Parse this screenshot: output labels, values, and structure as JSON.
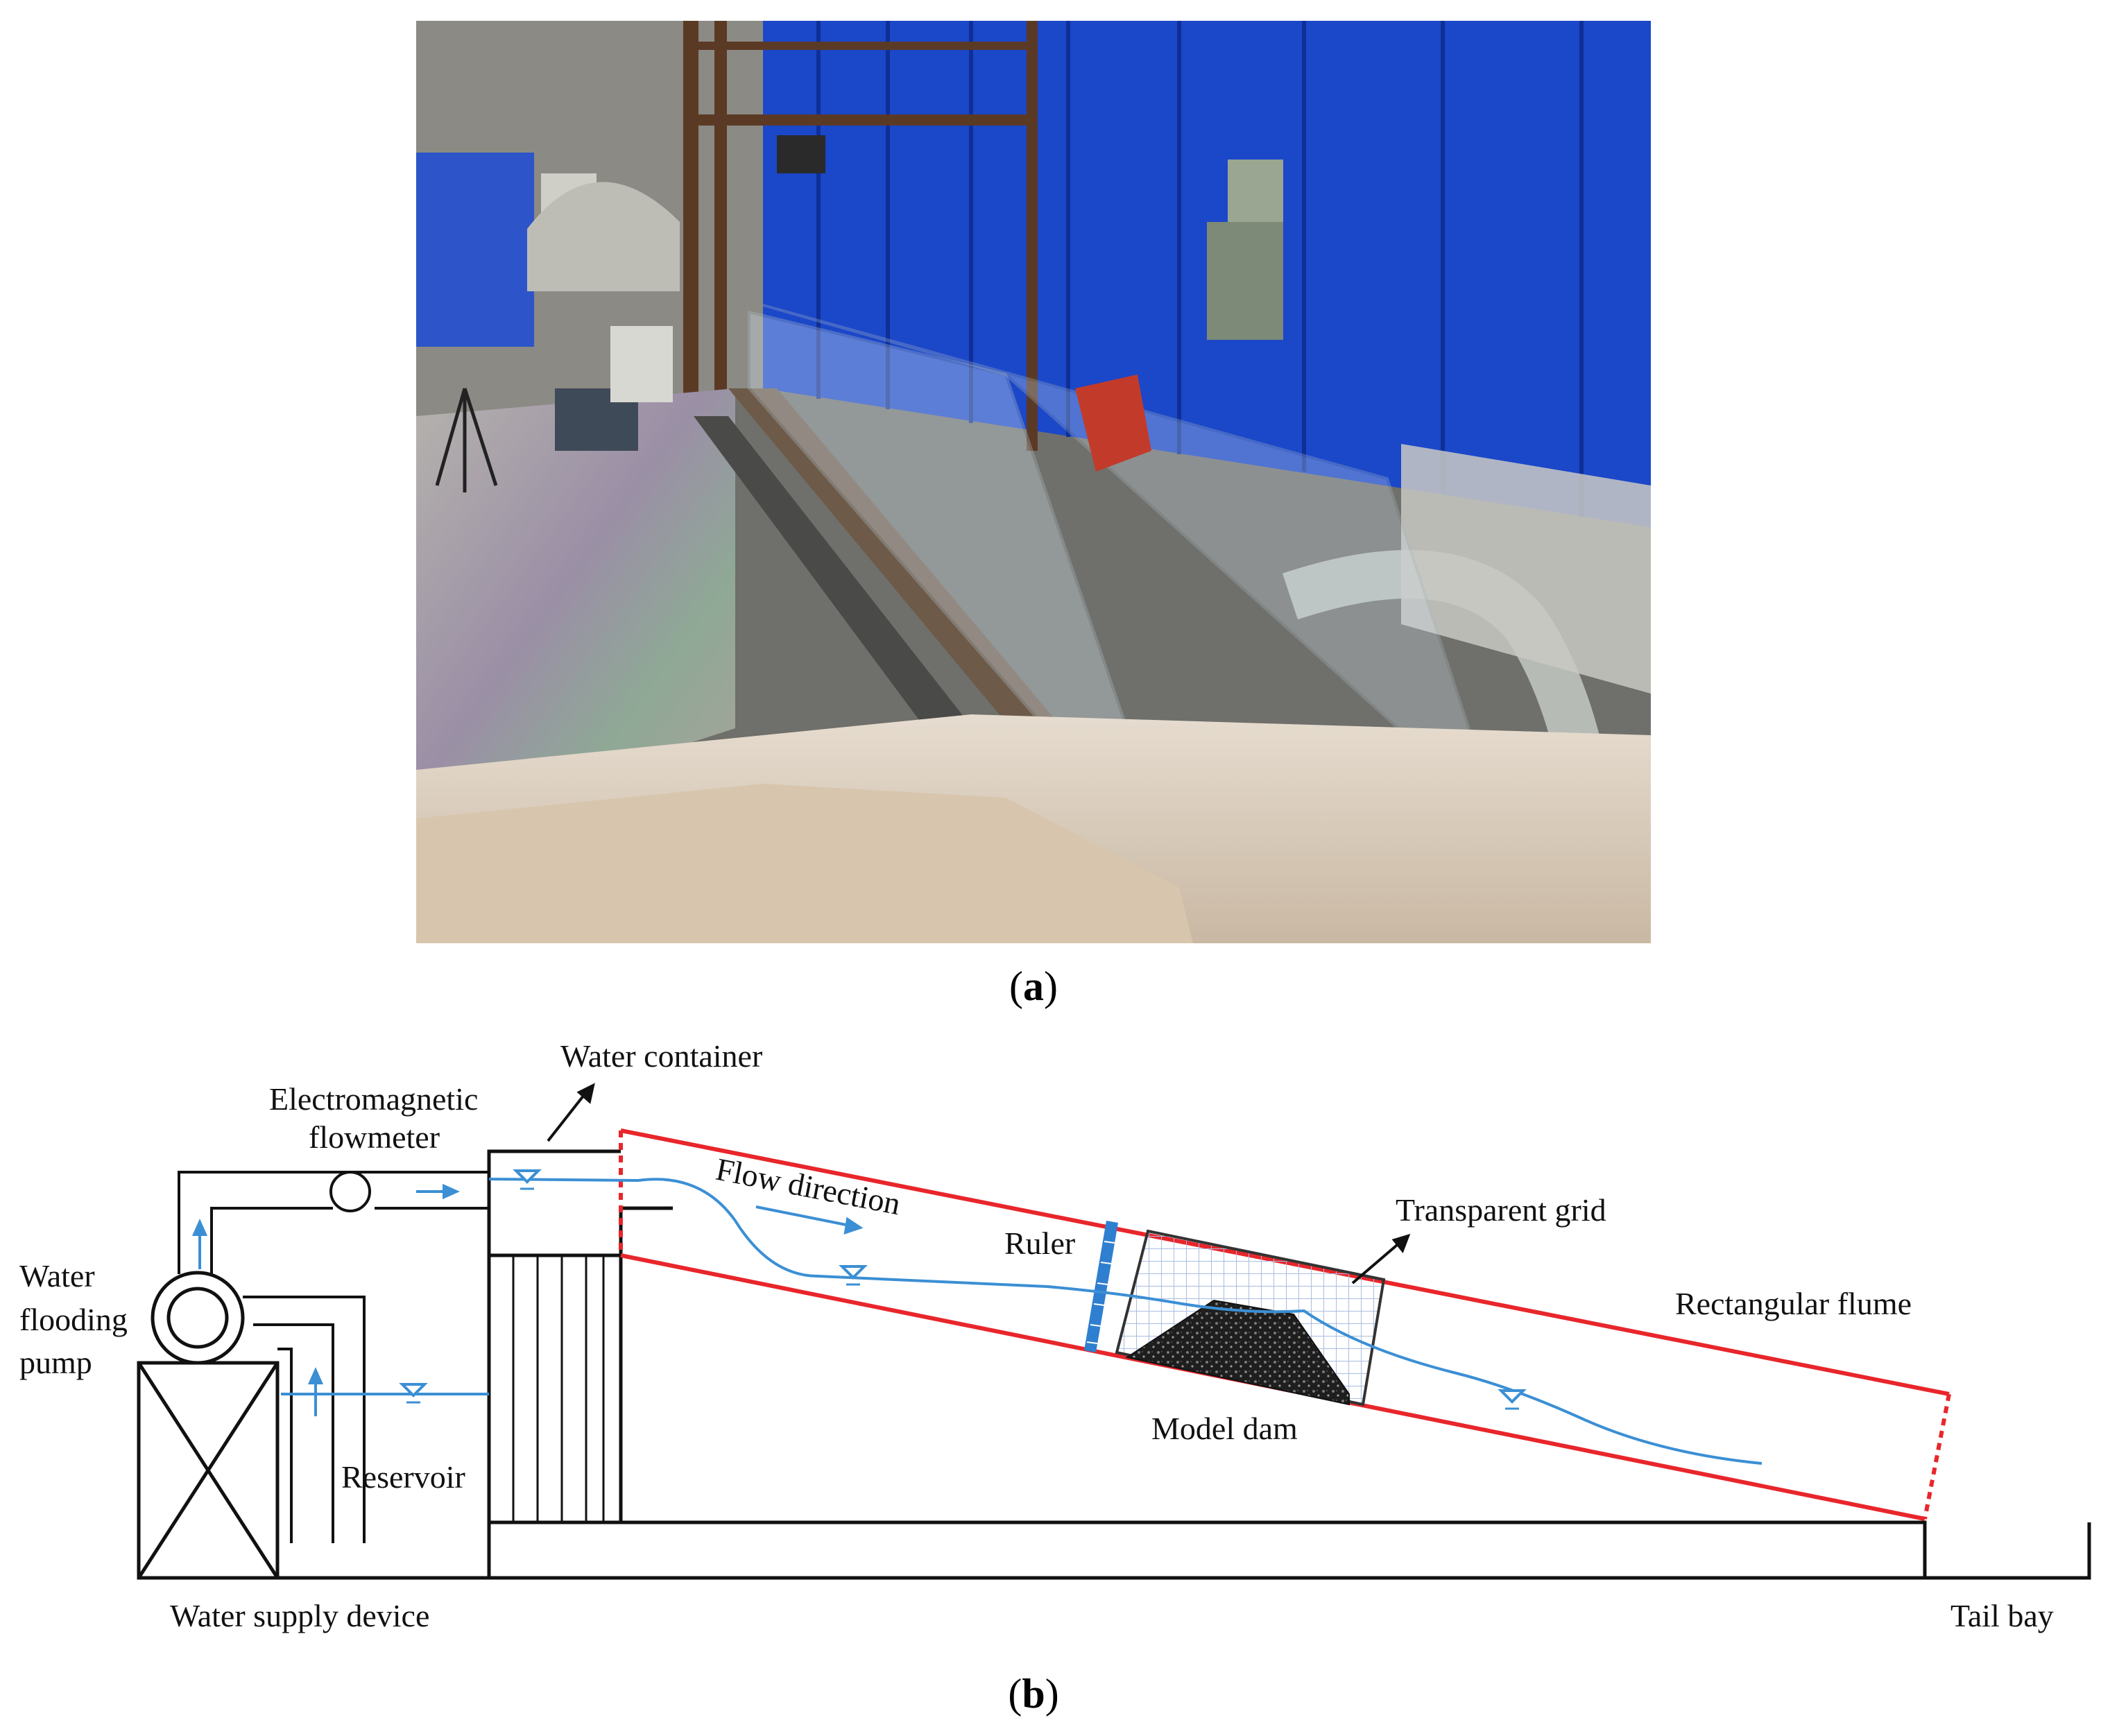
{
  "panels": {
    "a": {
      "open": "(",
      "letter": "a",
      "close": ")"
    },
    "b": {
      "open": "(",
      "letter": "b",
      "close": ")"
    }
  },
  "labels": {
    "water_container": "Water container",
    "electromagnetic_flowmeter_line1": "Electromagnetic",
    "electromagnetic_flowmeter_line2": "flowmeter",
    "flow_direction": "Flow direction",
    "water_flooding_pump_line1": "Water",
    "water_flooding_pump_line2": "flooding",
    "water_flooding_pump_line3": "pump",
    "ruler": "Ruler",
    "transparent_grid": "Transparent grid",
    "rectangular_flume": "Rectangular flume",
    "model_dam": "Model dam",
    "reservoir": "Reservoir",
    "water_supply_device": "Water supply device",
    "tail_bay": "Tail bay"
  },
  "colors": {
    "flume": "#e8262b",
    "water": "#3b8fd4",
    "ruler": "#2f7fd0",
    "grid": "#a9bde0",
    "dam": "#1e1e1e",
    "structure": "#111111",
    "wall_blue": "#1b47c9",
    "floor": "#9a9a94",
    "tank": "#d9cdbf"
  }
}
